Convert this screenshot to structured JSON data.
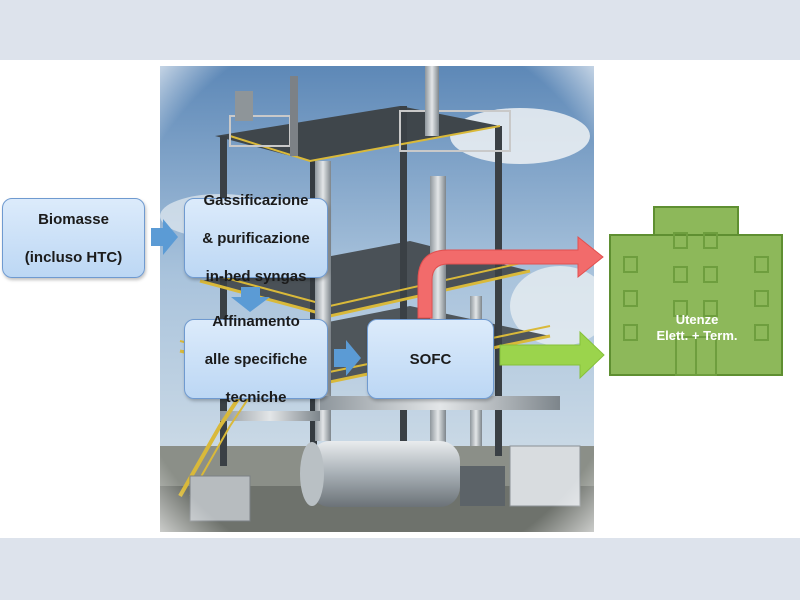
{
  "nodes": {
    "biomasse": {
      "line1": "Biomasse",
      "line2": "(incluso HTC)"
    },
    "gassificazione": {
      "line1": "Gassificazione",
      "line2": "& purificazione",
      "line3": "in-bed syngas"
    },
    "affinamento": {
      "line1": "Affinamento",
      "line2": "alle specifiche",
      "line3": "tecniche"
    },
    "sofc": {
      "label": "SOFC"
    },
    "utenze": {
      "line1": "Utenze",
      "line2": "Elett. + Term."
    }
  },
  "colors": {
    "box_fill_top": "#dcebfb",
    "box_fill_bottom": "#bcd7f4",
    "box_border": "#6f9ad0",
    "flow_arrow_blue": "#5b9bd5",
    "thermal_arrow_red": "#f26b6b",
    "electric_arrow_green": "#9bd44c",
    "building_green": "#8db85a"
  },
  "icons": {
    "building": "building-icon",
    "plant": "gasification-plant-photo"
  }
}
